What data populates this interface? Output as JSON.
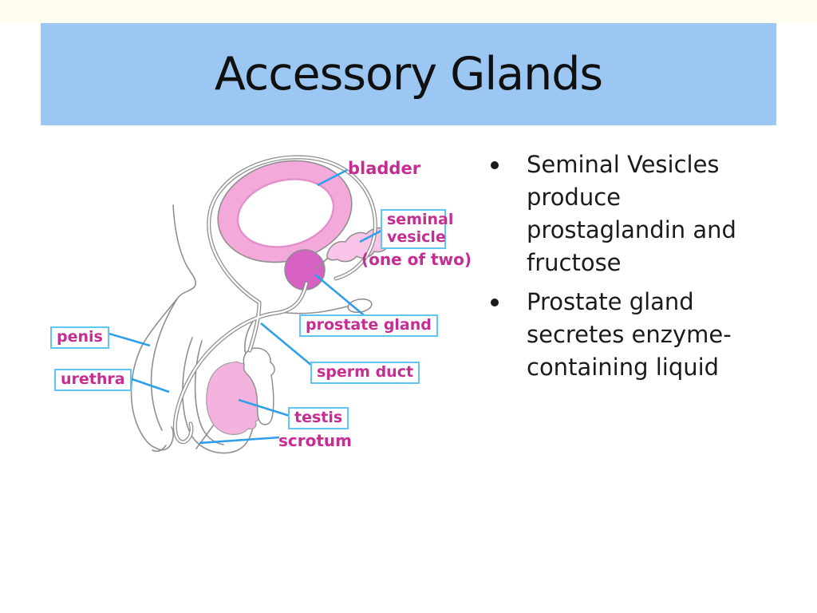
{
  "slide": {
    "title": "Accessory Glands",
    "colors": {
      "banner": "#9bc7f2",
      "title_text": "#101010",
      "body_text": "#1b1b1b",
      "label_text": "#c62d92",
      "leader": "#2e9fe8",
      "box_border": "#5ec6f1",
      "bladder_pink": "#f4a9db",
      "bladder_inner_edge": "#e28fcb",
      "prostate_pink": "#d661c2",
      "testis_pink": "#f4b3df",
      "vesicle_pink": "#f8c4e7",
      "outline_gray": "#8f8f8f"
    }
  },
  "bullets": [
    {
      "lines": [
        "Seminal Vesicles",
        "produce",
        "prostaglandin and",
        "fructose"
      ]
    },
    {
      "lines": [
        "Prostate gland",
        "secretes enzyme-",
        "containing liquid"
      ]
    }
  ],
  "diagram": {
    "labels": {
      "bladder": "bladder",
      "seminal_vesicle_line1": "seminal",
      "seminal_vesicle_line2": "vesicle",
      "one_of_two": "(one of two)",
      "prostate_gland": "prostate gland",
      "penis": "penis",
      "urethra": "urethra",
      "sperm_duct": "sperm duct",
      "testis": "testis",
      "scrotum": "scrotum"
    }
  }
}
